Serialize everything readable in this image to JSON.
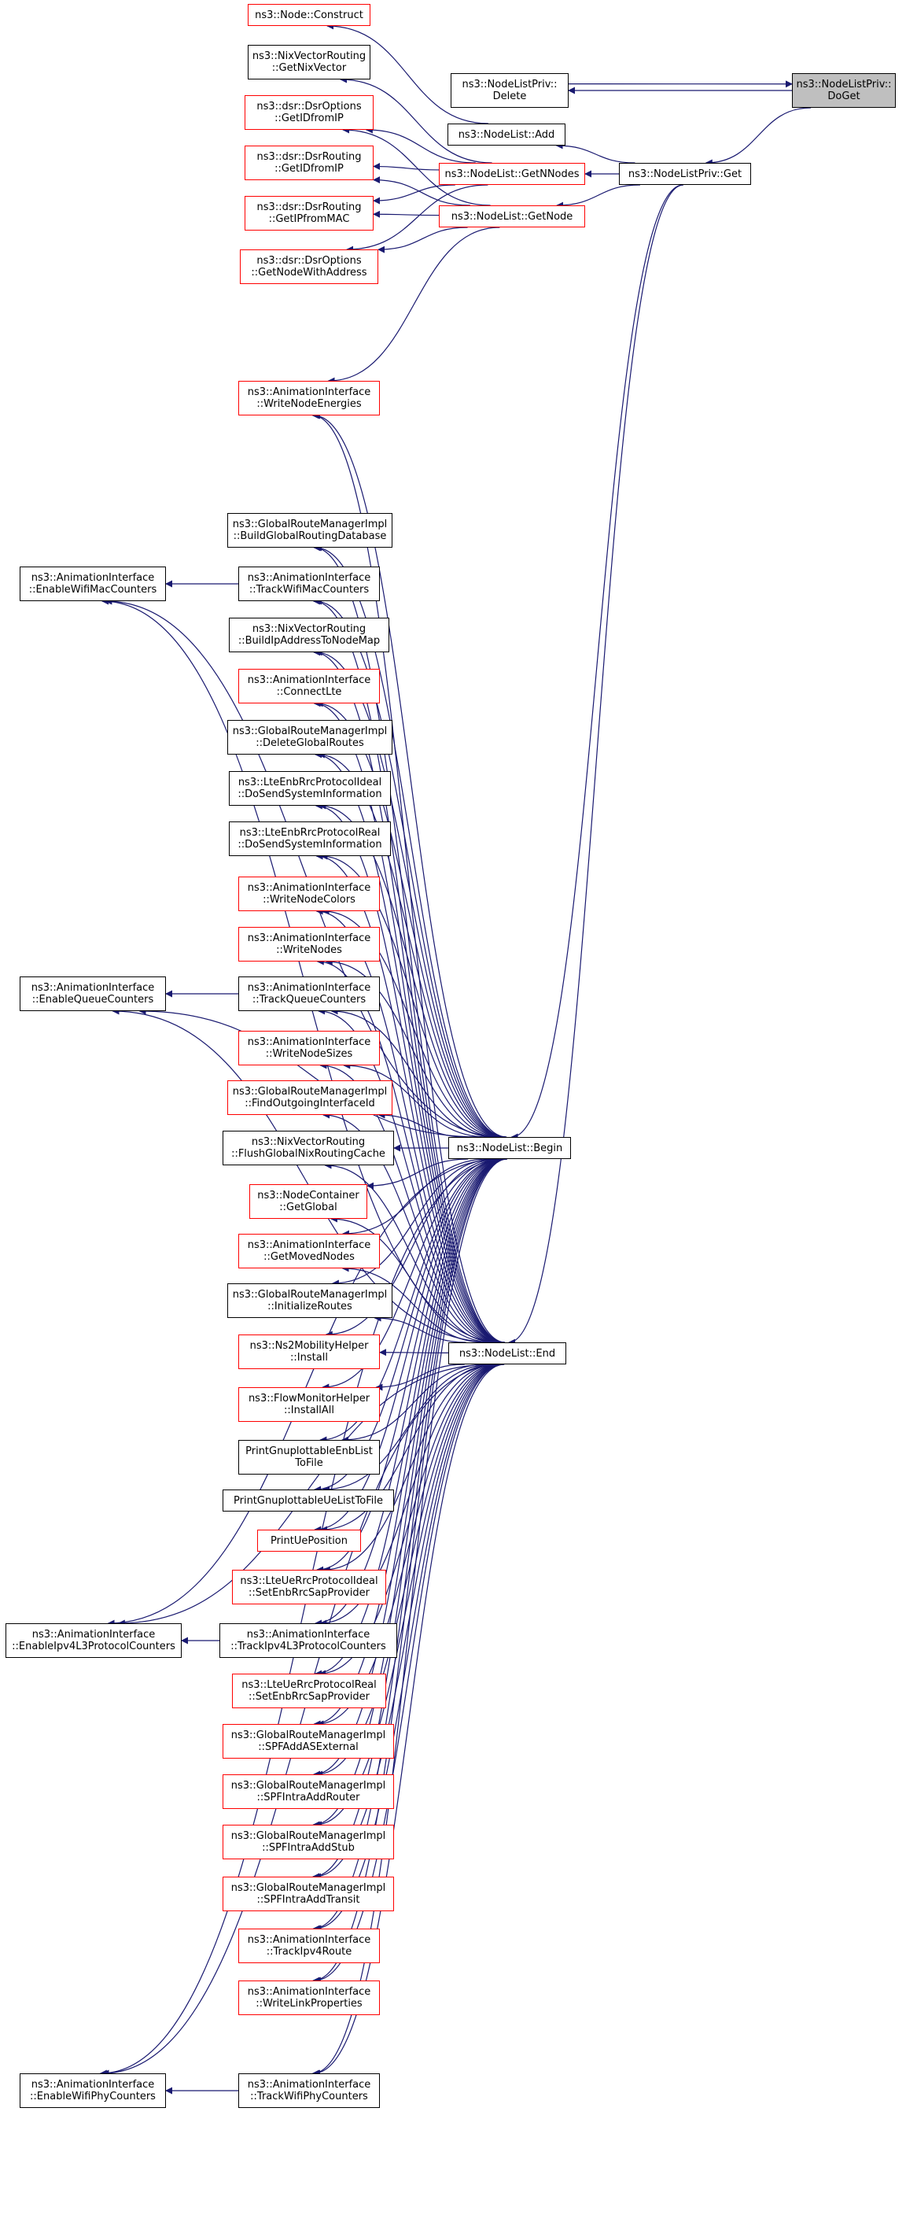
{
  "colors": {
    "edge": "#191970",
    "border_plain": "#000000",
    "border_incomplete": "#ff0000",
    "focus_fill": "#bfbfbf"
  },
  "nodes": [
    {
      "id": "doget",
      "lines": [
        "ns3::NodeListPriv::",
        "DoGet"
      ],
      "style": "focus"
    },
    {
      "id": "delete",
      "lines": [
        "ns3::NodeListPriv::",
        "Delete"
      ],
      "style": "plain"
    },
    {
      "id": "get",
      "lines": [
        "ns3::NodeListPriv::Get"
      ],
      "style": "plain"
    },
    {
      "id": "construct",
      "lines": [
        "ns3::Node::Construct"
      ],
      "style": "red"
    },
    {
      "id": "nixgetvec",
      "lines": [
        "ns3::NixVectorRouting",
        "::GetNixVector"
      ],
      "style": "plain"
    },
    {
      "id": "add",
      "lines": [
        "ns3::NodeList::Add"
      ],
      "style": "plain"
    },
    {
      "id": "getnnodes",
      "lines": [
        "ns3::NodeList::GetNNodes"
      ],
      "style": "red"
    },
    {
      "id": "getnode",
      "lines": [
        "ns3::NodeList::GetNode"
      ],
      "style": "red"
    },
    {
      "id": "dsropt_getid",
      "lines": [
        "ns3::dsr::DsrOptions",
        "::GetIDfromIP"
      ],
      "style": "red"
    },
    {
      "id": "dsrrt_getid",
      "lines": [
        "ns3::dsr::DsrRouting",
        "::GetIDfromIP"
      ],
      "style": "red"
    },
    {
      "id": "dsrrt_getipmac",
      "lines": [
        "ns3::dsr::DsrRouting",
        "::GetIPfromMAC"
      ],
      "style": "red"
    },
    {
      "id": "dsropt_getnode",
      "lines": [
        "ns3::dsr::DsrOptions",
        "::GetNodeWithAddress"
      ],
      "style": "red"
    },
    {
      "id": "writenodeenergies",
      "lines": [
        "ns3::AnimationInterface",
        "::WriteNodeEnergies"
      ],
      "style": "red"
    },
    {
      "id": "buildglobal",
      "lines": [
        "ns3::GlobalRouteManagerImpl",
        "::BuildGlobalRoutingDatabase"
      ],
      "style": "plain"
    },
    {
      "id": "enablewifimac",
      "lines": [
        "ns3::AnimationInterface",
        "::EnableWifiMacCounters"
      ],
      "style": "plain"
    },
    {
      "id": "trackwifimac",
      "lines": [
        "ns3::AnimationInterface",
        "::TrackWifiMacCounters"
      ],
      "style": "plain"
    },
    {
      "id": "buildipaddr",
      "lines": [
        "ns3::NixVectorRouting",
        "::BuildIpAddressToNodeMap"
      ],
      "style": "plain"
    },
    {
      "id": "connectlte",
      "lines": [
        "ns3::AnimationInterface",
        "::ConnectLte"
      ],
      "style": "red"
    },
    {
      "id": "deleteglobal",
      "lines": [
        "ns3::GlobalRouteManagerImpl",
        "::DeleteGlobalRoutes"
      ],
      "style": "plain"
    },
    {
      "id": "enbideal",
      "lines": [
        "ns3::LteEnbRrcProtocolIdeal",
        "::DoSendSystemInformation"
      ],
      "style": "plain"
    },
    {
      "id": "enbreal",
      "lines": [
        "ns3::LteEnbRrcProtocolReal",
        "::DoSendSystemInformation"
      ],
      "style": "plain"
    },
    {
      "id": "writenodecolors",
      "lines": [
        "ns3::AnimationInterface",
        "::WriteNodeColors"
      ],
      "style": "red"
    },
    {
      "id": "writenodes",
      "lines": [
        "ns3::AnimationInterface",
        "::WriteNodes"
      ],
      "style": "red"
    },
    {
      "id": "enablequeue",
      "lines": [
        "ns3::AnimationInterface",
        "::EnableQueueCounters"
      ],
      "style": "plain"
    },
    {
      "id": "trackqueue",
      "lines": [
        "ns3::AnimationInterface",
        "::TrackQueueCounters"
      ],
      "style": "plain"
    },
    {
      "id": "writenodesizes",
      "lines": [
        "ns3::AnimationInterface",
        "::WriteNodeSizes"
      ],
      "style": "red"
    },
    {
      "id": "findoutgoing",
      "lines": [
        "ns3::GlobalRouteManagerImpl",
        "::FindOutgoingInterfaceId"
      ],
      "style": "red"
    },
    {
      "id": "flushnix",
      "lines": [
        "ns3::NixVectorRouting",
        "::FlushGlobalNixRoutingCache"
      ],
      "style": "plain"
    },
    {
      "id": "begin",
      "lines": [
        "ns3::NodeList::Begin"
      ],
      "style": "plain"
    },
    {
      "id": "nodecontainer",
      "lines": [
        "ns3::NodeContainer",
        "::GetGlobal"
      ],
      "style": "red"
    },
    {
      "id": "getmoved",
      "lines": [
        "ns3::AnimationInterface",
        "::GetMovedNodes"
      ],
      "style": "red"
    },
    {
      "id": "initroutes",
      "lines": [
        "ns3::GlobalRouteManagerImpl",
        "::InitializeRoutes"
      ],
      "style": "plain"
    },
    {
      "id": "ns2install",
      "lines": [
        "ns3::Ns2MobilityHelper",
        "::Install"
      ],
      "style": "red"
    },
    {
      "id": "end",
      "lines": [
        "ns3::NodeList::End"
      ],
      "style": "plain"
    },
    {
      "id": "flowinstall",
      "lines": [
        "ns3::FlowMonitorHelper",
        "::InstallAll"
      ],
      "style": "red"
    },
    {
      "id": "printenb",
      "lines": [
        "PrintGnuplottableEnbList",
        "ToFile"
      ],
      "style": "plain"
    },
    {
      "id": "printue",
      "lines": [
        "PrintGnuplottableUeListToFile"
      ],
      "style": "plain"
    },
    {
      "id": "printuepos",
      "lines": [
        "PrintUePosition"
      ],
      "style": "red"
    },
    {
      "id": "ueideal",
      "lines": [
        "ns3::LteUeRrcProtocolIdeal",
        "::SetEnbRrcSapProvider"
      ],
      "style": "red"
    },
    {
      "id": "enableipv4l3",
      "lines": [
        "ns3::AnimationInterface",
        "::EnableIpv4L3ProtocolCounters"
      ],
      "style": "plain"
    },
    {
      "id": "trackipv4l3",
      "lines": [
        "ns3::AnimationInterface",
        "::TrackIpv4L3ProtocolCounters"
      ],
      "style": "plain"
    },
    {
      "id": "uereal",
      "lines": [
        "ns3::LteUeRrcProtocolReal",
        "::SetEnbRrcSapProvider"
      ],
      "style": "red"
    },
    {
      "id": "spfaddas",
      "lines": [
        "ns3::GlobalRouteManagerImpl",
        "::SPFAddASExternal"
      ],
      "style": "red"
    },
    {
      "id": "spfrouter",
      "lines": [
        "ns3::GlobalRouteManagerImpl",
        "::SPFIntraAddRouter"
      ],
      "style": "red"
    },
    {
      "id": "spfstub",
      "lines": [
        "ns3::GlobalRouteManagerImpl",
        "::SPFIntraAddStub"
      ],
      "style": "red"
    },
    {
      "id": "spftransit",
      "lines": [
        "ns3::GlobalRouteManagerImpl",
        "::SPFIntraAddTransit"
      ],
      "style": "red"
    },
    {
      "id": "trackipv4route",
      "lines": [
        "ns3::AnimationInterface",
        "::TrackIpv4Route"
      ],
      "style": "red"
    },
    {
      "id": "writelinkprops",
      "lines": [
        "ns3::AnimationInterface",
        "::WriteLinkProperties"
      ],
      "style": "red"
    },
    {
      "id": "enablewifiphy",
      "lines": [
        "ns3::AnimationInterface",
        "::EnableWifiPhyCounters"
      ],
      "style": "plain"
    },
    {
      "id": "trackwifiphy",
      "lines": [
        "ns3::AnimationInterface",
        "::TrackWifiPhyCounters"
      ],
      "style": "plain"
    }
  ],
  "edges": [
    [
      "doget",
      "delete"
    ],
    [
      "delete",
      "doget"
    ],
    [
      "doget",
      "get"
    ],
    [
      "get",
      "add"
    ],
    [
      "get",
      "getnnodes"
    ],
    [
      "get",
      "getnode"
    ],
    [
      "get",
      "begin"
    ],
    [
      "get",
      "end"
    ],
    [
      "add",
      "construct"
    ],
    [
      "getnnodes",
      "nixgetvec"
    ],
    [
      "getnnodes",
      "dsropt_getid"
    ],
    [
      "getnnodes",
      "dsrrt_getid"
    ],
    [
      "getnnodes",
      "dsrrt_getipmac"
    ],
    [
      "getnnodes",
      "dsropt_getnode"
    ],
    [
      "getnode",
      "dsropt_getid"
    ],
    [
      "getnode",
      "dsrrt_getid"
    ],
    [
      "getnode",
      "dsrrt_getipmac"
    ],
    [
      "getnode",
      "dsropt_getnode"
    ],
    [
      "getnode",
      "writenodeenergies"
    ],
    [
      "begin",
      "writenodeenergies"
    ],
    [
      "begin",
      "buildglobal"
    ],
    [
      "begin",
      "enablewifimac"
    ],
    [
      "begin",
      "trackwifimac"
    ],
    [
      "begin",
      "buildipaddr"
    ],
    [
      "begin",
      "connectlte"
    ],
    [
      "begin",
      "deleteglobal"
    ],
    [
      "begin",
      "enbideal"
    ],
    [
      "begin",
      "enbreal"
    ],
    [
      "begin",
      "writenodecolors"
    ],
    [
      "begin",
      "writenodes"
    ],
    [
      "begin",
      "enablequeue"
    ],
    [
      "begin",
      "trackqueue"
    ],
    [
      "begin",
      "writenodesizes"
    ],
    [
      "begin",
      "findoutgoing"
    ],
    [
      "begin",
      "flushnix"
    ],
    [
      "begin",
      "nodecontainer"
    ],
    [
      "begin",
      "getmoved"
    ],
    [
      "begin",
      "initroutes"
    ],
    [
      "begin",
      "ns2install"
    ],
    [
      "begin",
      "flowinstall"
    ],
    [
      "begin",
      "printenb"
    ],
    [
      "begin",
      "printue"
    ],
    [
      "begin",
      "printuepos"
    ],
    [
      "begin",
      "ueideal"
    ],
    [
      "begin",
      "enableipv4l3"
    ],
    [
      "begin",
      "trackipv4l3"
    ],
    [
      "begin",
      "uereal"
    ],
    [
      "begin",
      "spfaddas"
    ],
    [
      "begin",
      "spfrouter"
    ],
    [
      "begin",
      "spfstub"
    ],
    [
      "begin",
      "spftransit"
    ],
    [
      "begin",
      "trackipv4route"
    ],
    [
      "begin",
      "writelinkprops"
    ],
    [
      "begin",
      "enablewifiphy"
    ],
    [
      "begin",
      "trackwifiphy"
    ],
    [
      "end",
      "writenodeenergies"
    ],
    [
      "end",
      "buildglobal"
    ],
    [
      "end",
      "enablewifimac"
    ],
    [
      "end",
      "trackwifimac"
    ],
    [
      "end",
      "buildipaddr"
    ],
    [
      "end",
      "connectlte"
    ],
    [
      "end",
      "deleteglobal"
    ],
    [
      "end",
      "enbideal"
    ],
    [
      "end",
      "enbreal"
    ],
    [
      "end",
      "writenodecolors"
    ],
    [
      "end",
      "writenodes"
    ],
    [
      "end",
      "enablequeue"
    ],
    [
      "end",
      "trackqueue"
    ],
    [
      "end",
      "writenodesizes"
    ],
    [
      "end",
      "findoutgoing"
    ],
    [
      "end",
      "flushnix"
    ],
    [
      "end",
      "nodecontainer"
    ],
    [
      "end",
      "getmoved"
    ],
    [
      "end",
      "initroutes"
    ],
    [
      "end",
      "ns2install"
    ],
    [
      "end",
      "flowinstall"
    ],
    [
      "end",
      "printenb"
    ],
    [
      "end",
      "printue"
    ],
    [
      "end",
      "printuepos"
    ],
    [
      "end",
      "ueideal"
    ],
    [
      "end",
      "enableipv4l3"
    ],
    [
      "end",
      "trackipv4l3"
    ],
    [
      "end",
      "uereal"
    ],
    [
      "end",
      "spfaddas"
    ],
    [
      "end",
      "spfrouter"
    ],
    [
      "end",
      "spfstub"
    ],
    [
      "end",
      "spftransit"
    ],
    [
      "end",
      "trackipv4route"
    ],
    [
      "end",
      "writelinkprops"
    ],
    [
      "end",
      "enablewifiphy"
    ],
    [
      "end",
      "trackwifiphy"
    ],
    [
      "trackwifimac",
      "enablewifimac"
    ],
    [
      "trackqueue",
      "enablequeue"
    ],
    [
      "trackipv4l3",
      "enableipv4l3"
    ],
    [
      "trackwifiphy",
      "enablewifiphy"
    ]
  ]
}
